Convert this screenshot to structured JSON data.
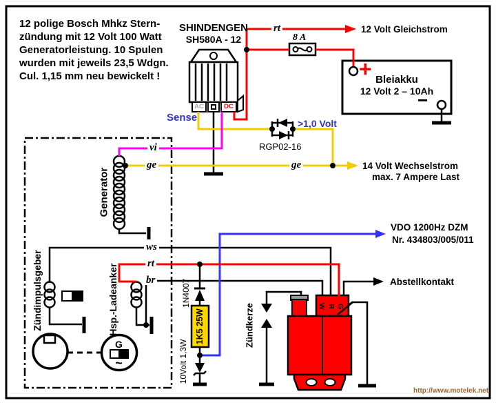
{
  "note": {
    "lines": [
      "12 polige Bosch Mhkz Stern-",
      "zündung mit 12 Volt 100 Watt",
      "Generatorleistung. 10 Spulen",
      "wurden mit jeweils 23,5 Wdgn.",
      "Cul. 1,15 mm neu bewickelt !"
    ]
  },
  "regulator": {
    "brand": "SHINDENGEN",
    "model": "SH580A - 12",
    "terminal_ac": "AC",
    "terminal_dc": "DC",
    "sense_label": "Sense"
  },
  "fuse": {
    "rating": "8 A"
  },
  "battery": {
    "name": "Bleiakku",
    "spec": "12 Volt 2 – 10Ah",
    "plus": "+",
    "minus": "−"
  },
  "outputs": {
    "dc": "12 Volt Gleichstrom",
    "ac_line1": "14 Volt Wechselstrom",
    "ac_line2": "max. 7 Ampere Last",
    "tacho_line1": "VDO 1200Hz DZM",
    "tacho_line2": "Nr. 434803/005/011",
    "kill_switch": "Abstellkontakt"
  },
  "sense_diode": {
    "drop": ">1,0 Volt",
    "model": "RGP02-16"
  },
  "wire_labels": {
    "vi": "vi",
    "ge": "ge",
    "ws": "ws",
    "rt": "rt",
    "br": "br"
  },
  "components": {
    "generator": "Generator",
    "pickup": "Zündimpulsgeber",
    "charge_coil": "Hsp.-Ladeanker",
    "spark_plug": "Zündkerze",
    "diode": "1N4007",
    "resistor": "1K5 25W",
    "zener": "10Volt 1,3W",
    "flywheel_g": "G",
    "flywheel_wave": "~"
  },
  "cdi": {
    "t1": "W",
    "t2": "R",
    "t3": "G"
  },
  "footer": {
    "url": "http://www.motelek.net"
  },
  "colors": {
    "wire_red": "#ff0000",
    "wire_yellow": "#f2cc00",
    "wire_magenta": "#ff00ff",
    "wire_blue": "#3333ff",
    "label_blue": "#3333cc",
    "cdi_red": "#ff0000",
    "resistor_yellow": "#ffd800",
    "url_brown": "#996633"
  }
}
